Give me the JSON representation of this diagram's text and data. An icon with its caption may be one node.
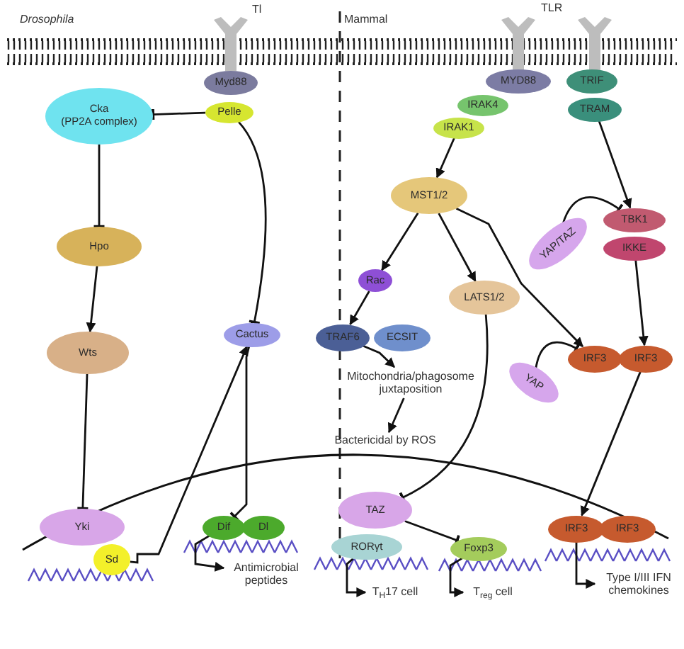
{
  "diagram": {
    "nodes": [
      {
        "text": [
          "Myd88"
        ]
      },
      {
        "text": [
          "Pelle"
        ]
      },
      {
        "text": [
          "Cka",
          "(PP2A complex)"
        ]
      },
      {
        "text": [
          "Hpo"
        ]
      },
      {
        "text": [
          "Wts"
        ]
      },
      {
        "text": [
          "Cactus"
        ]
      },
      {
        "text": [
          "Yki"
        ]
      },
      {
        "text": [
          "Sd"
        ]
      },
      {
        "text": [
          "Dif"
        ]
      },
      {
        "text": [
          "Dl"
        ]
      },
      {
        "text": [
          "Antimicrobial peptides"
        ]
      },
      {
        "text": [
          "MYD88"
        ]
      },
      {
        "text": [
          "IRAK4"
        ]
      },
      {
        "text": [
          "IRAK1"
        ]
      },
      {
        "text": [
          "MST1/2"
        ]
      },
      {
        "text": [
          "TRIF"
        ]
      },
      {
        "text": [
          "TRAM"
        ]
      },
      {
        "text": [
          "YAP/TAZ"
        ]
      },
      {
        "text": [
          "TBK1"
        ]
      },
      {
        "text": [
          "IKKE"
        ]
      },
      {
        "text": [
          "Rac"
        ]
      },
      {
        "text": [
          "LATS1/2"
        ]
      },
      {
        "text": [
          "TRAF6"
        ]
      },
      {
        "text": [
          "ECSIT"
        ]
      },
      {
        "text": [
          "Mitochondria/phagosome juxtaposition"
        ]
      },
      {
        "text": [
          "Bactericidal by ROS"
        ]
      },
      {
        "text": [
          "YAP"
        ]
      },
      {
        "text": [
          "IRF3"
        ]
      },
      {
        "text": [
          "IRF3"
        ]
      },
      {
        "text": [
          "TAZ"
        ]
      },
      {
        "text": [
          "RORγt"
        ]
      },
      {
        "text": [
          "T$_{H}$17 cell"
        ]
      },
      {
        "text": [
          "Foxp3"
        ]
      },
      {
        "text": [
          "T$_{reg}$ cell"
        ]
      },
      {
        "text": [
          "IRF3"
        ]
      },
      {
        "text": [
          "IRF3"
        ]
      },
      {
        "text": [
          "Type I/III IFN chemokines"
        ]
      }
    ],
    "edges": [
      {
        "from": 1,
        "to": 2,
        "arrow": "other"
      },
      {
        "from": 1,
        "to": 5,
        "arrow": "other"
      },
      {
        "from": 2,
        "to": 3,
        "arrow": "other"
      },
      {
        "from": 3,
        "to": 4,
        "arrow": "to"
      },
      {
        "from": 4,
        "to": 6,
        "arrow": "other"
      },
      {
        "from": 7,
        "to": 5,
        "arrow": "to"
      },
      {
        "from": 5,
        "to": 8,
        "arrow": "other"
      },
      {
        "from": 8,
        "to": 10,
        "arrow": "to"
      },
      {
        "from": 13,
        "to": 14,
        "arrow": "to"
      },
      {
        "from": 14,
        "to": 20,
        "arrow": "to"
      },
      {
        "from": 14,
        "to": 21,
        "arrow": "to"
      },
      {
        "from": 14,
        "to": 27,
        "arrow": "to"
      },
      {
        "from": 16,
        "to": 18,
        "arrow": "to"
      },
      {
        "from": 17,
        "to": 18,
        "arrow": "other"
      },
      {
        "from": 19,
        "to": 28,
        "arrow": "to"
      },
      {
        "from": 26,
        "to": 27,
        "arrow": "other"
      },
      {
        "from": 20,
        "to": 22,
        "arrow": "to"
      },
      {
        "from": 22,
        "to": 24,
        "arrow": "to"
      },
      {
        "from": 24,
        "to": 25,
        "arrow": "to"
      },
      {
        "from": 21,
        "to": 29,
        "arrow": "other"
      },
      {
        "from": 29,
        "to": 32,
        "arrow": "other"
      },
      {
        "from": 28,
        "to": 34,
        "arrow": "to"
      },
      {
        "from": 30,
        "to": 31,
        "arrow": "to"
      },
      {
        "from": 32,
        "to": 33,
        "arrow": "to"
      },
      {
        "from": 34,
        "to": 36,
        "arrow": "to"
      }
    ],
    "labels": [
      "Drosophila",
      "Tl",
      "Mammal",
      "TLR"
    ]
  }
}
